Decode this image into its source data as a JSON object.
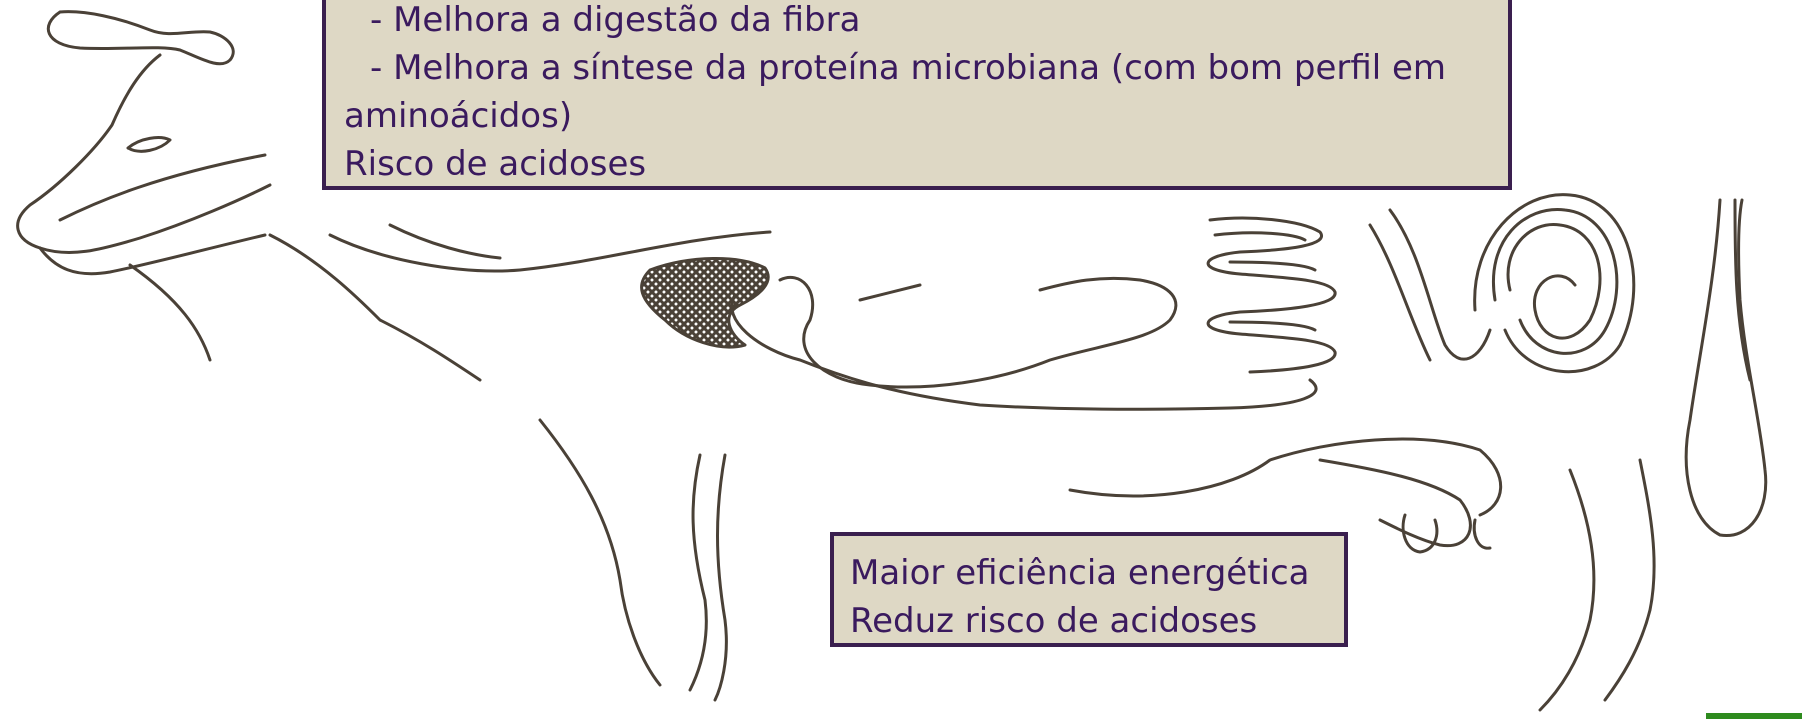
{
  "callouts": {
    "rumen": {
      "lines": [
        "- Melhora a digestão da fibra",
        "- Melhora a síntese da proteína microbiana (com bom perfil em",
        "aminoácidos)",
        "Risco de acidoses"
      ]
    },
    "intestine": {
      "lines": [
        "Maior eficiência energética",
        "Reduz risco de acidoses"
      ]
    }
  },
  "colors": {
    "callout_fill": "#ded8c5",
    "callout_border": "#3a1f4f",
    "callout_text": "#3a1a5e",
    "drawing_stroke": "#4a4137",
    "accent": "#2e8b1e"
  },
  "illustration": {
    "subject": "cow-digestive-system-line-drawing"
  }
}
